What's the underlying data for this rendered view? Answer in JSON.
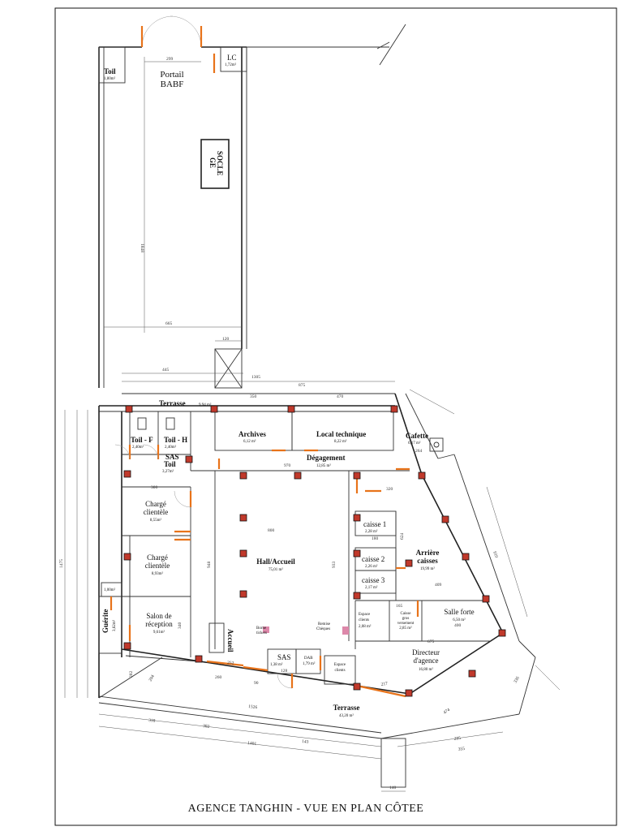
{
  "title": "AGENCE TANGHIN - VUE EN PLAN CÔTEE",
  "rooms": {
    "toil_top": {
      "name": "Toil",
      "area": "1,80m²"
    },
    "lc": {
      "name": "LC",
      "area": "1,72m²"
    },
    "portail": {
      "name1": "Portail",
      "name2": "BABF"
    },
    "socle": {
      "name1": "SOCLE",
      "name2": "GE"
    },
    "terrasse_top": {
      "name": "Terrasse",
      "area": "9,94 m²"
    },
    "toil_f": {
      "name": "Toil - F",
      "area": "2,40m²"
    },
    "toil_h": {
      "name": "Toil - H",
      "area": "2,40m²"
    },
    "sas_toil": {
      "name1": "SAS",
      "name2": "Toil",
      "area": "3,27m²"
    },
    "archives": {
      "name": "Archives",
      "area": "6,12 m²"
    },
    "local_tech": {
      "name": "Local technique",
      "area": "8,22 m²"
    },
    "cafette": {
      "name": "Cafette",
      "area": "6,17 m²"
    },
    "degagement": {
      "name": "Dégagement",
      "area": "12,85 m²"
    },
    "charge1": {
      "name1": "Chargé",
      "name2": "clientèle",
      "area": "8,55m²"
    },
    "charge2": {
      "name1": "Chargé",
      "name2": "clientèle",
      "area": "8,93m²"
    },
    "salon": {
      "name1": "Salon de",
      "name2": "réception",
      "area": "9,61m²"
    },
    "guerite": {
      "name": "Guérite",
      "area": "3,62m²"
    },
    "small_room": {
      "area": "1,00m²"
    },
    "hall": {
      "name": "Hall/Accueil",
      "area": "75,01 m²"
    },
    "caisse1": {
      "name": "caisse 1",
      "area": "2,28 m²"
    },
    "caisse2": {
      "name": "caisse 2",
      "area": "2,26 m²"
    },
    "caisse3": {
      "name": "caisse 3",
      "area": "2,17 m²"
    },
    "arriere": {
      "name1": "Arrière",
      "name2": "caisses",
      "area": "19,99 m²"
    },
    "espace1": {
      "name1": "Espace",
      "name2": "clients",
      "area": "2,08 m²"
    },
    "caisse_gros": {
      "name1": "Caisse",
      "name2": "gros",
      "name3": "versement",
      "area": "2,85 m²"
    },
    "salle_forte": {
      "name": "Salle forte",
      "area": "6,50 m²"
    },
    "sas_entry": {
      "name": "SAS",
      "area": "1,38 m²"
    },
    "dab": {
      "name": "DAB",
      "area": "1,79 m²"
    },
    "espace2": {
      "name1": "Espace",
      "name2": "clients"
    },
    "directeur": {
      "name1": "Directeur",
      "name2": "d'agence",
      "area": "16,80 m²"
    },
    "terrasse_bottom": {
      "name": "Terrasse",
      "area": "43,20 m²"
    },
    "accueil": {
      "name": "Accueil"
    },
    "borne_tickets": {
      "name1": "Borne",
      "name2": "tickets"
    },
    "remise_cheques": {
      "name1": "Remise",
      "name2": "Chèques"
    }
  },
  "dims": {
    "d299": "299",
    "d1848": "1848",
    "d665": "665",
    "d120": "120",
    "d445": "445",
    "d1305": "1305",
    "d875": "875",
    "d470": "470",
    "d350": "350",
    "d970": "970",
    "d300": "300",
    "d800": "800",
    "d948": "948",
    "d933": "933",
    "d320": "320",
    "d624": "624",
    "d409": "409",
    "d675": "675",
    "d400": "400",
    "d1526": "1526",
    "d1401": "1401",
    "d1475": "1475",
    "d140": "140",
    "d318": "318",
    "d382": "382",
    "d285": "285",
    "d355": "355",
    "d217": "217",
    "d474": "474",
    "d336": "336",
    "d910": "910",
    "d264": "264",
    "d260": "260",
    "d90": "90",
    "d128": "128",
    "d180": "180",
    "d165": "165",
    "d340": "340",
    "d202": "202",
    "d204": "204",
    "d252": "252",
    "d143": "143"
  }
}
